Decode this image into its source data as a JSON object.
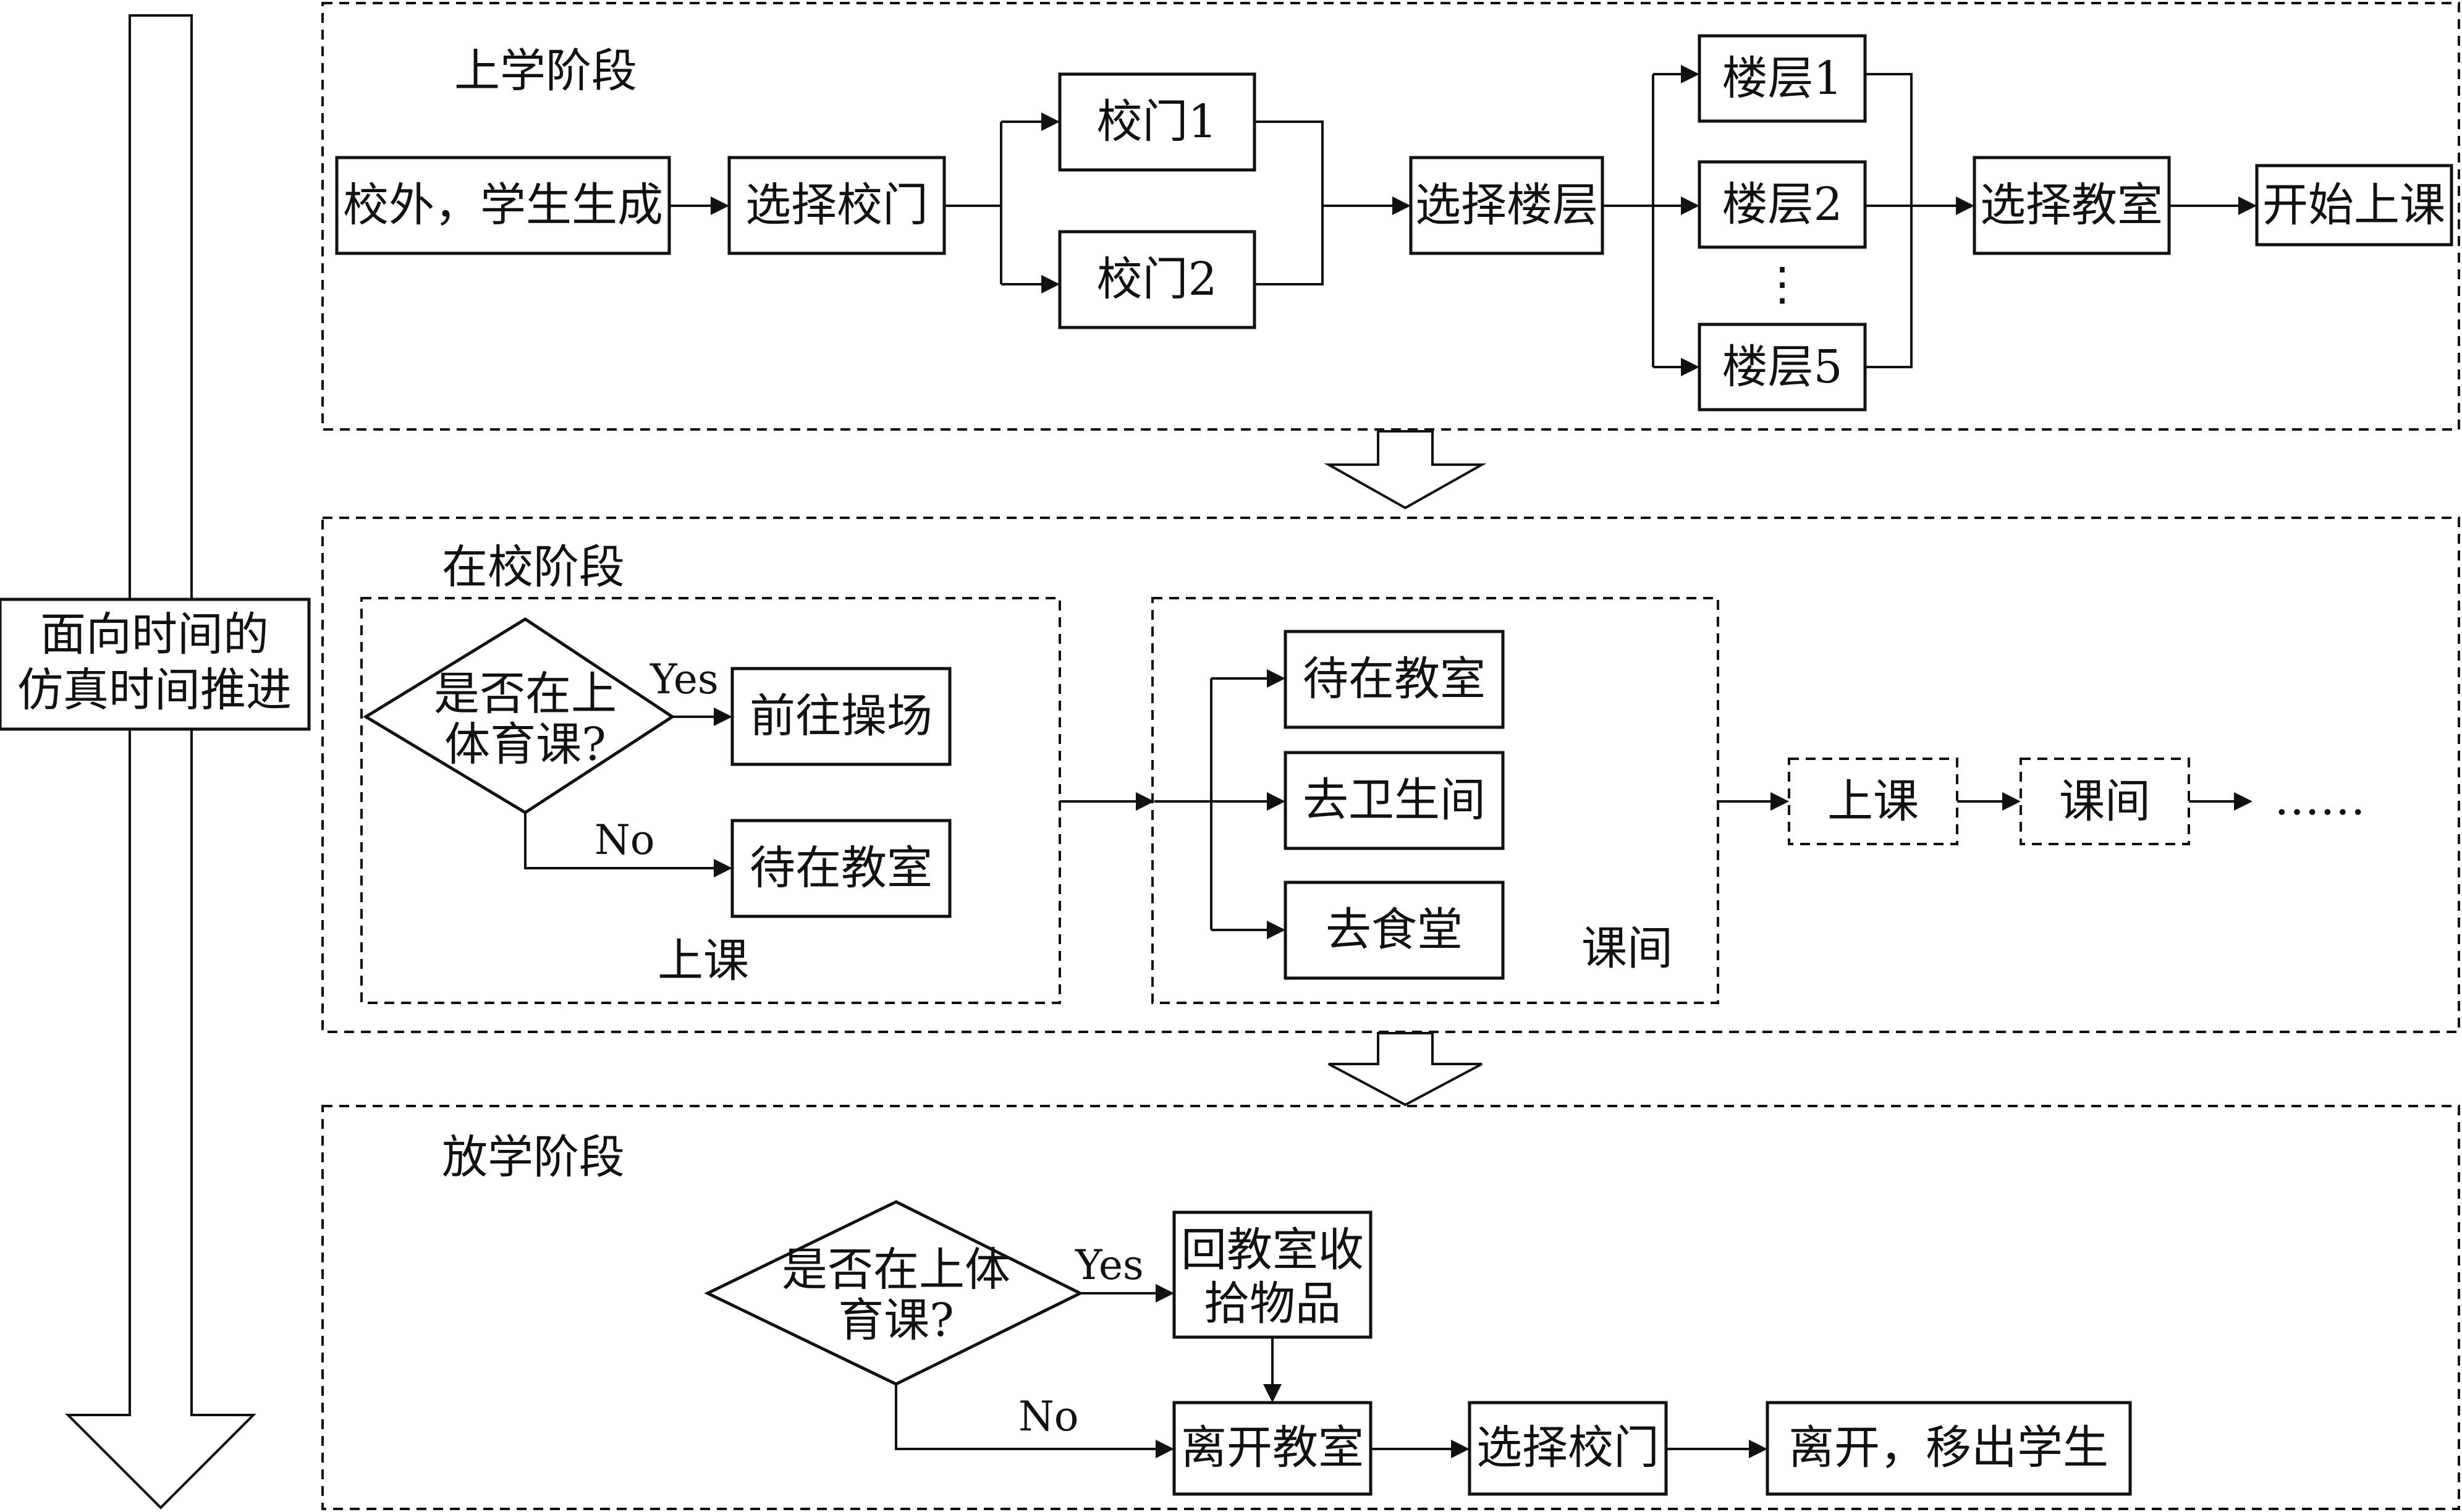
{
  "time_axis": {
    "label_line1": "面向时间的",
    "label_line2": "仿真时间推进"
  },
  "stage1": {
    "title": "上学阶段",
    "start": "校外，学生生成",
    "select_gate": "选择校门",
    "gate1": "校门1",
    "gate2": "校门2",
    "select_floor": "选择楼层",
    "floor1": "楼层1",
    "floor2": "楼层2",
    "floor_ellipsis": "⋮",
    "floor5": "楼层5",
    "select_classroom": "选择教室",
    "start_class": "开始上课"
  },
  "stage2": {
    "title": "在校阶段",
    "class_group": {
      "label": "上课",
      "decision_line1": "是否在上",
      "decision_line2": "体育课?",
      "yes_label": "Yes",
      "no_label": "No",
      "go_playground": "前往操场",
      "stay_classroom": "待在教室"
    },
    "break_group": {
      "label": "课间",
      "stay_classroom": "待在教室",
      "restroom": "去卫生间",
      "canteen": "去食堂"
    },
    "cycle_class": "上课",
    "cycle_break": "课间",
    "ellipsis": "……"
  },
  "stage3": {
    "title": "放学阶段",
    "decision_line1": "是否在上体",
    "decision_line2": "育课?",
    "yes_label": "Yes",
    "no_label": "No",
    "collect_line1": "回教室收",
    "collect_line2": "拾物品",
    "leave_classroom": "离开教室",
    "select_gate": "选择校门",
    "leave_remove": "离开，移出学生"
  }
}
